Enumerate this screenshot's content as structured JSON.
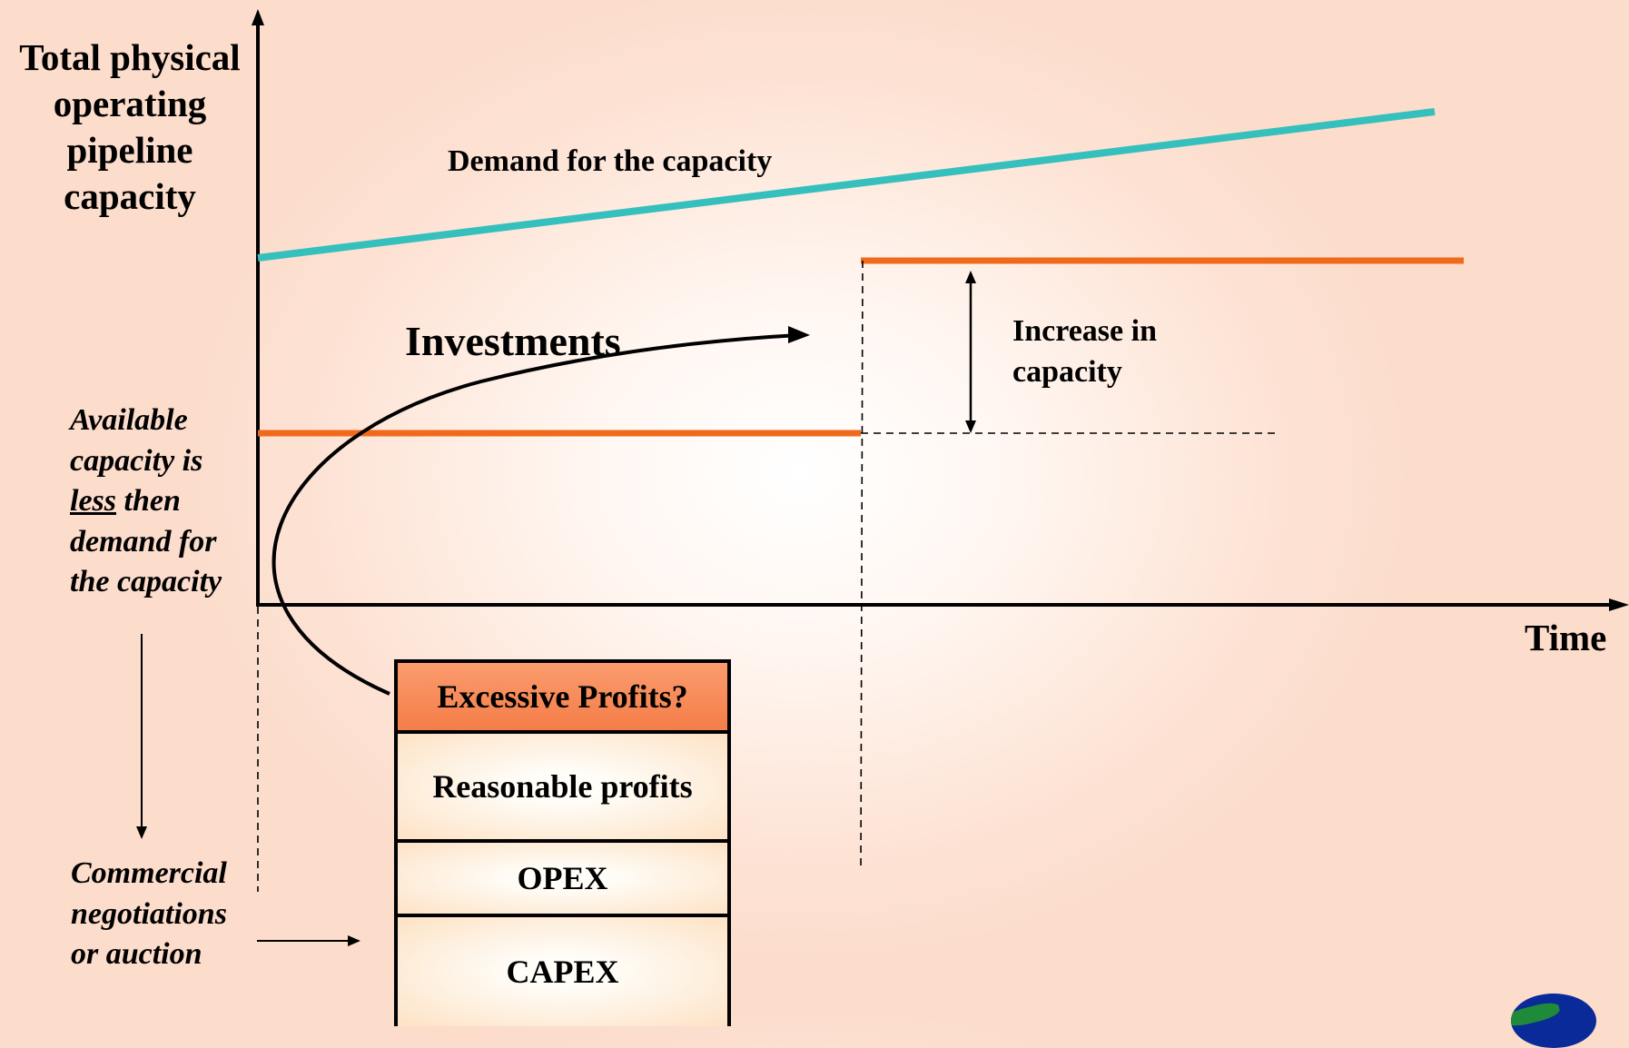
{
  "axes": {
    "y_label_lines": [
      "Total physical",
      "operating",
      "pipeline",
      "capacity"
    ],
    "x_label": "Time"
  },
  "labels": {
    "demand": "Demand for the capacity",
    "investments": "Investments",
    "increase_lines": [
      "Increase in",
      "capacity"
    ],
    "available": {
      "line1": "Available",
      "line2": "capacity is",
      "line3_underlined": "less",
      "line3_rest": " then",
      "line4": "demand for",
      "line5": "the capacity"
    },
    "commercial_lines": [
      "Commercial",
      "negotiations",
      "or auction"
    ]
  },
  "stack": {
    "excess": "Excessive Profits?",
    "reasonable": "Reasonable  profits",
    "opex": "OPEX",
    "capex": "CAPEX"
  },
  "colors": {
    "demand_line": "#35c0bd",
    "capacity_line": "#f06a1c",
    "excess_fill": "#f7895a"
  },
  "logo": "logo-icon"
}
